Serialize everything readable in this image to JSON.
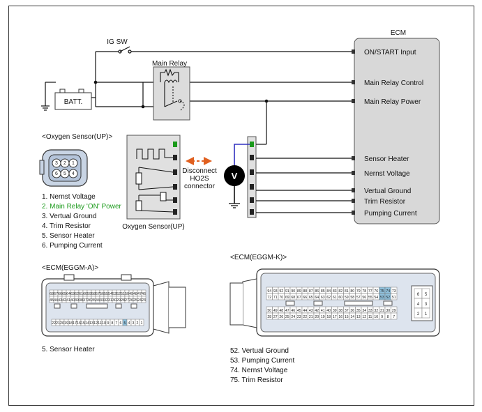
{
  "ecm": {
    "title": "ECM",
    "inputs": [
      "ON/START Input",
      "Main Relay Control",
      "Main Relay Power",
      "Sensor Heater",
      "Nernst Voltage",
      "Vertual Ground",
      "Trim Resistor",
      "Pumping Current"
    ]
  },
  "ig_sw": "IG SW",
  "main_relay": "Main Relay",
  "batt": "BATT.",
  "oxygen_sensor": {
    "title": "<Oxygen Sensor(UP)>",
    "body_label": "Oxygen Sensor(UP)",
    "pins": [
      "1",
      "2",
      "3",
      "4",
      "5",
      "6"
    ],
    "list": [
      "1. Nernst Voltage",
      "2. Main Relay 'ON' Power",
      "3. Vertual Ground",
      "4. Trim Resistor",
      "5. Sensor Heater",
      "6. Pumping Current"
    ],
    "highlight_color": "#1a9a1a"
  },
  "disconnect": [
    "Disconnect",
    "HO2S",
    "connector"
  ],
  "voltmeter": "V",
  "ecm_a": {
    "title": "<ECM(EGGM-A)>",
    "row1": [
      "68",
      "67",
      "66",
      "65",
      "64",
      "63",
      "62",
      "61",
      "60",
      "59",
      "58",
      "57",
      "56",
      "55",
      "54",
      "53",
      "52",
      "51",
      "50",
      "49",
      "48",
      "47",
      "46"
    ],
    "row2": [
      "45",
      "44",
      "43",
      "42",
      "41",
      "40",
      "39",
      "38",
      "37",
      "36",
      "35",
      "34",
      "33",
      "32",
      "31",
      "30",
      "29",
      "28",
      "27",
      "26",
      "25",
      "24",
      "23"
    ],
    "row3": [
      "22",
      "21",
      "20",
      "19",
      "18",
      "17",
      "16",
      "15",
      "14",
      "13",
      "12",
      "11",
      "10",
      "9",
      "8",
      "7",
      "6",
      "5",
      "4",
      "3",
      "2",
      "1"
    ],
    "highlight": "5",
    "note": "5. Sensor Heater"
  },
  "ecm_k": {
    "title": "<ECM(EGGM-K)>",
    "row1": [
      "94",
      "93",
      "92",
      "91",
      "90",
      "89",
      "88",
      "87",
      "86",
      "85",
      "84",
      "83",
      "82",
      "81",
      "80",
      "79",
      "78",
      "77",
      "76",
      "75",
      "74",
      "73"
    ],
    "row2": [
      "72",
      "71",
      "70",
      "69",
      "68",
      "67",
      "66",
      "65",
      "64",
      "63",
      "62",
      "61",
      "60",
      "59",
      "58",
      "57",
      "56",
      "55",
      "54",
      "53",
      "52",
      "51"
    ],
    "row3": [
      "50",
      "49",
      "48",
      "47",
      "46",
      "45",
      "44",
      "43",
      "42",
      "41",
      "40",
      "39",
      "38",
      "37",
      "36",
      "35",
      "34",
      "33",
      "32",
      "31",
      "30",
      "29"
    ],
    "row4": [
      "28",
      "27",
      "26",
      "25",
      "24",
      "23",
      "22",
      "21",
      "20",
      "19",
      "18",
      "17",
      "16",
      "15",
      "14",
      "13",
      "12",
      "11",
      "10",
      "9",
      "8",
      "7"
    ],
    "side": [
      "6",
      "5",
      "4",
      "3",
      "2",
      "1"
    ],
    "highlight": [
      "75",
      "74",
      "53",
      "52"
    ],
    "notes": [
      "52. Vertual Ground",
      "53. Pumping Current",
      "74. Nernst Voltage",
      "75. Trim Resistor"
    ]
  }
}
